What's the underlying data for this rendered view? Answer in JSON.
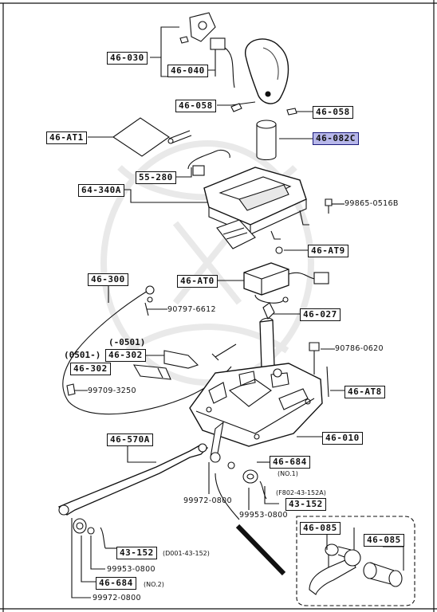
{
  "labels": {
    "p46_030": "46-030",
    "p46_040": "46-040",
    "p46_058_l": "46-058",
    "p46_058_r": "46-058",
    "p46_at1": "46-AT1",
    "p46_082c": "46-082C",
    "p55_280": "55-280",
    "p64_340a": "64-340A",
    "p99865": "99865-0516B",
    "p46_at9": "46-AT9",
    "p46_300": "46-300",
    "p46_at0": "46-AT0",
    "p90797": "90797-6612",
    "p46_027": "46-027",
    "p0501_minus": "(-0501)",
    "p0501_minus_prefix": "(0501-)",
    "p46_302_a": "46-302",
    "p46_302_b": "46-302",
    "p90786": "90786-0620",
    "p99709": "99709-3250",
    "p46_at8": "46-AT8",
    "p46_010": "46-010",
    "p46_570a": "46-570A",
    "p46_684_a": "46-684",
    "p46_684_a_note": "(NO.1)",
    "pf802": "(F802-43-152A)",
    "p99972_a": "99972-0800",
    "p46_152_a": "43-152",
    "p99953_a": "99953-0800",
    "p46_085_a": "46-085",
    "p46_085_b": "46-085",
    "p43_152_b": "43-152",
    "pd001": "(D001-43-152)",
    "p99953_b": "99953-0800",
    "p46_684_b": "46-684",
    "p46_684_b_note": "(NO.2)",
    "p99972_b": "99972-0800"
  },
  "colors": {
    "ink": "#111111",
    "highlight": "#b7b7ea",
    "watermark": "#e6e6e6"
  }
}
